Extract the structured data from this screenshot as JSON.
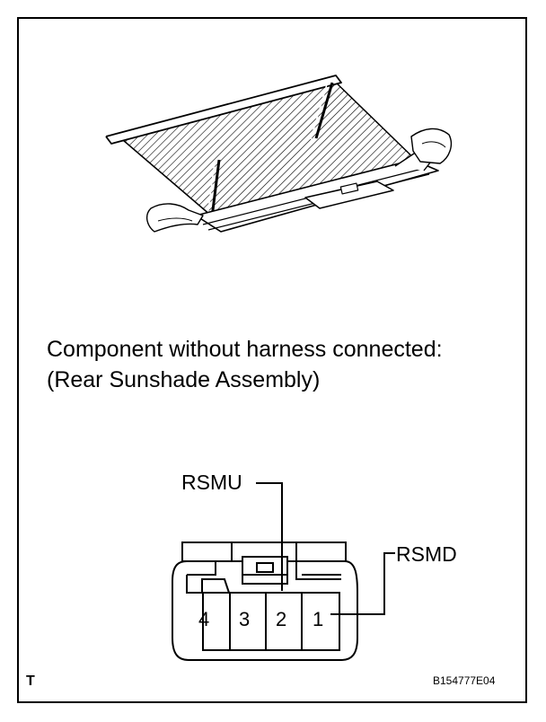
{
  "caption": {
    "line1": "Component without harness connected:",
    "line2": "(Rear Sunshade Assembly)"
  },
  "connector": {
    "terminals": [
      {
        "name": "RSMU",
        "pin": "2"
      },
      {
        "name": "RSMD",
        "pin": "1"
      }
    ],
    "pins": [
      "4",
      "3",
      "2",
      "1"
    ]
  },
  "corner_mark": "T",
  "figure_id": "B154777E04"
}
